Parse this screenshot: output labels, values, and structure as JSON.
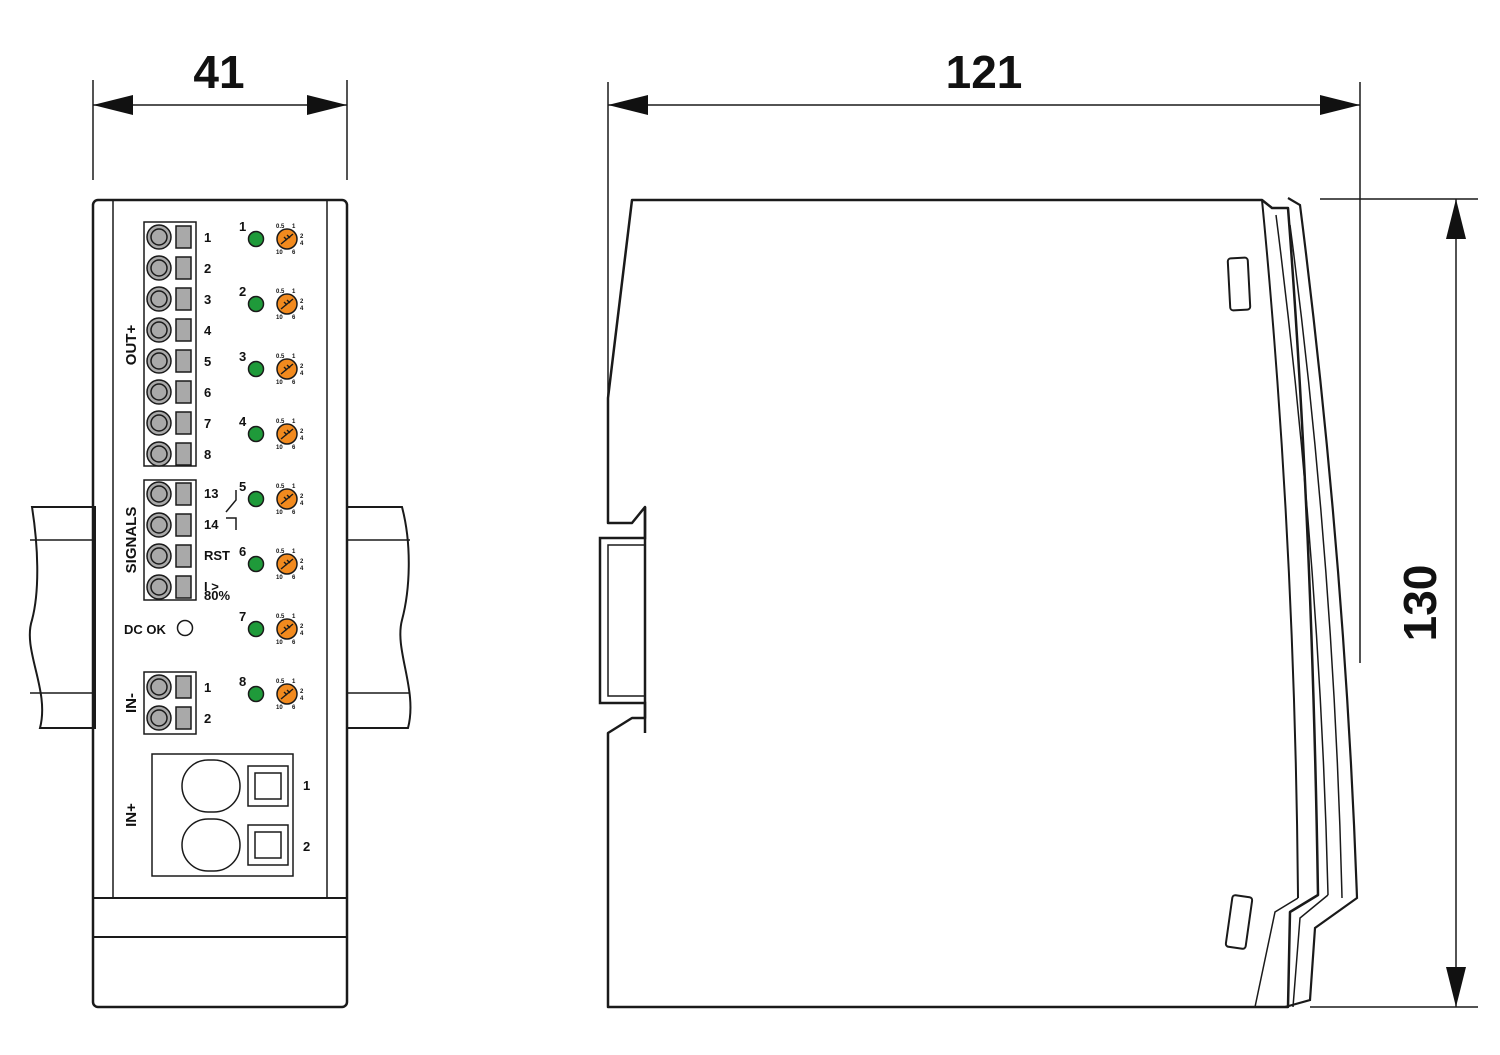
{
  "dimensions": {
    "width": "41",
    "depth": "121",
    "height": "130"
  },
  "front_panel": {
    "out_group_label": "OUT+",
    "out_terminals": [
      "1",
      "2",
      "3",
      "4",
      "5",
      "6",
      "7",
      "8"
    ],
    "signals_group_label": "SIGNALS",
    "signal_terminals": [
      "13",
      "14",
      "RST",
      "I >"
    ],
    "signal_extra_text": "80%",
    "dc_ok_label": "DC OK",
    "in_minus_label": "IN-",
    "in_minus_terminals": [
      "1",
      "2"
    ],
    "in_plus_label": "IN+",
    "in_plus_terminals": [
      "1",
      "2"
    ],
    "channels": [
      "1",
      "2",
      "3",
      "4",
      "5",
      "6",
      "7",
      "8"
    ],
    "dial_scale": [
      "0.5",
      "1",
      "2",
      "4",
      "6",
      "10"
    ]
  },
  "colors": {
    "led_green": "#1f9a3a",
    "dial_orange": "#f28a1e",
    "terminal_grey": "#a9a9a9",
    "rail_fill": "#ffffff",
    "line": "#1a1a1a"
  }
}
